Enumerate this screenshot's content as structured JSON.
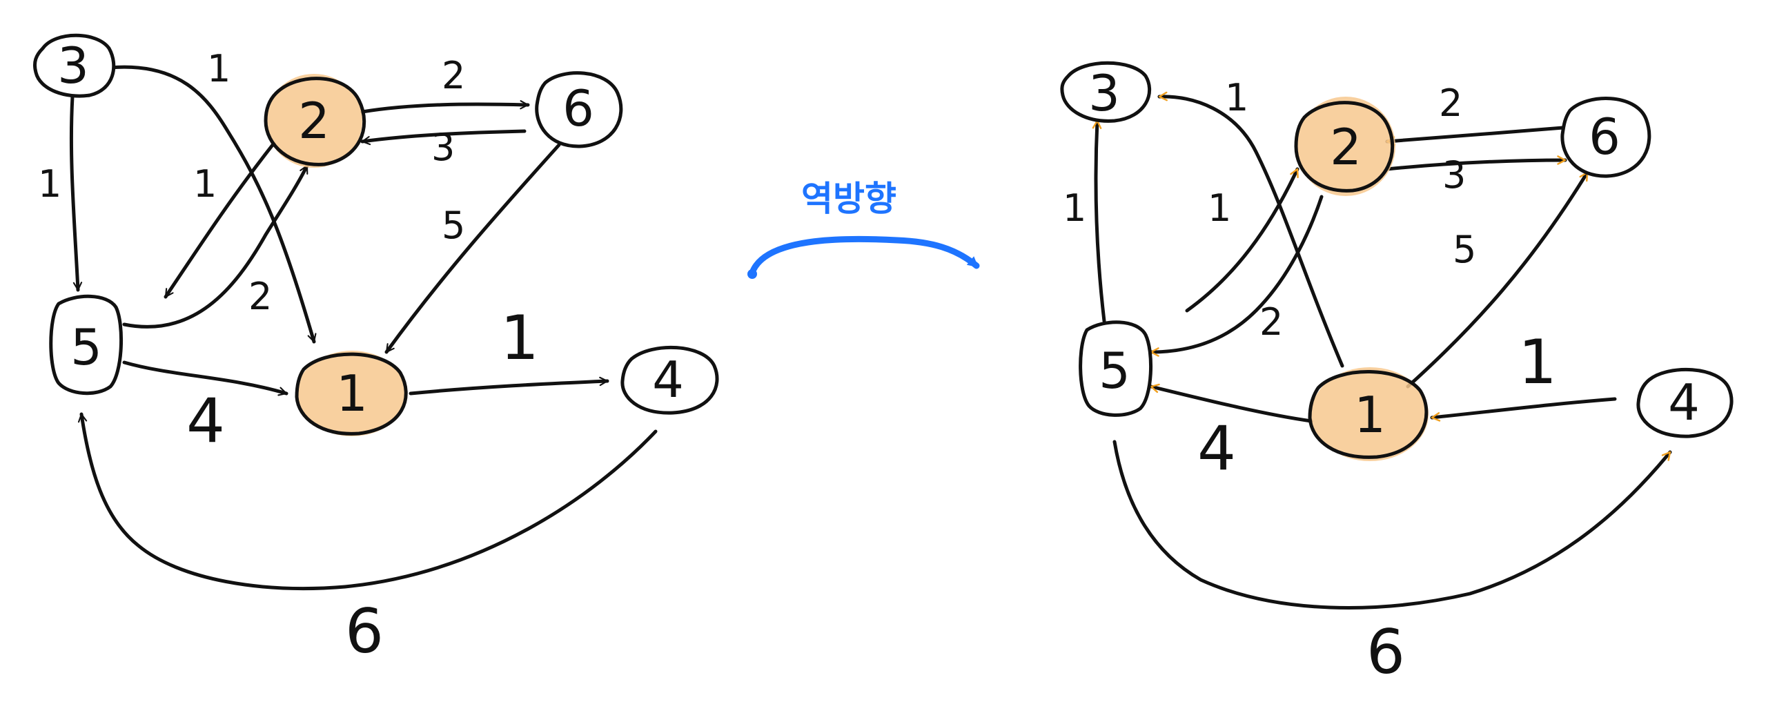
{
  "caption": {
    "text": "역방향",
    "color": "#1e74ff"
  },
  "colors": {
    "ink": "#111111",
    "highlight": "#f7c88e",
    "arrow_accent": "#f0a020"
  },
  "left_graph": {
    "nodes": [
      {
        "id": "3",
        "label": "3",
        "highlight": false
      },
      {
        "id": "2",
        "label": "2",
        "highlight": true
      },
      {
        "id": "6",
        "label": "6",
        "highlight": false
      },
      {
        "id": "5",
        "label": "5",
        "highlight": false
      },
      {
        "id": "1",
        "label": "1",
        "highlight": true
      },
      {
        "id": "4",
        "label": "4",
        "highlight": false
      }
    ],
    "edges": [
      {
        "from": "3",
        "to": "1",
        "weight": "1"
      },
      {
        "from": "3",
        "to": "5",
        "weight": "1"
      },
      {
        "from": "2",
        "to": "6",
        "weight": "2"
      },
      {
        "from": "6",
        "to": "2",
        "weight": "3"
      },
      {
        "from": "2",
        "to": "5",
        "weight": "1"
      },
      {
        "from": "5",
        "to": "2",
        "weight": "2"
      },
      {
        "from": "6",
        "to": "1",
        "weight": "5"
      },
      {
        "from": "5",
        "to": "1",
        "weight": "4"
      },
      {
        "from": "1",
        "to": "4",
        "weight": "1"
      },
      {
        "from": "4",
        "to": "5",
        "weight": "6"
      }
    ]
  },
  "right_graph": {
    "nodes": [
      {
        "id": "3",
        "label": "3",
        "highlight": false
      },
      {
        "id": "2",
        "label": "2",
        "highlight": true
      },
      {
        "id": "6",
        "label": "6",
        "highlight": false
      },
      {
        "id": "5",
        "label": "5",
        "highlight": false
      },
      {
        "id": "1",
        "label": "1",
        "highlight": true
      },
      {
        "id": "4",
        "label": "4",
        "highlight": false
      }
    ],
    "edges": [
      {
        "from": "1",
        "to": "3",
        "weight": "1"
      },
      {
        "from": "5",
        "to": "3",
        "weight": "1"
      },
      {
        "from": "6",
        "to": "2",
        "weight": "2"
      },
      {
        "from": "2",
        "to": "6",
        "weight": "3"
      },
      {
        "from": "5",
        "to": "2",
        "weight": "1"
      },
      {
        "from": "2",
        "to": "5",
        "weight": "2"
      },
      {
        "from": "1",
        "to": "6",
        "weight": "5"
      },
      {
        "from": "1",
        "to": "5",
        "weight": "4"
      },
      {
        "from": "4",
        "to": "1",
        "weight": "1"
      },
      {
        "from": "5",
        "to": "4",
        "weight": "6"
      }
    ]
  }
}
